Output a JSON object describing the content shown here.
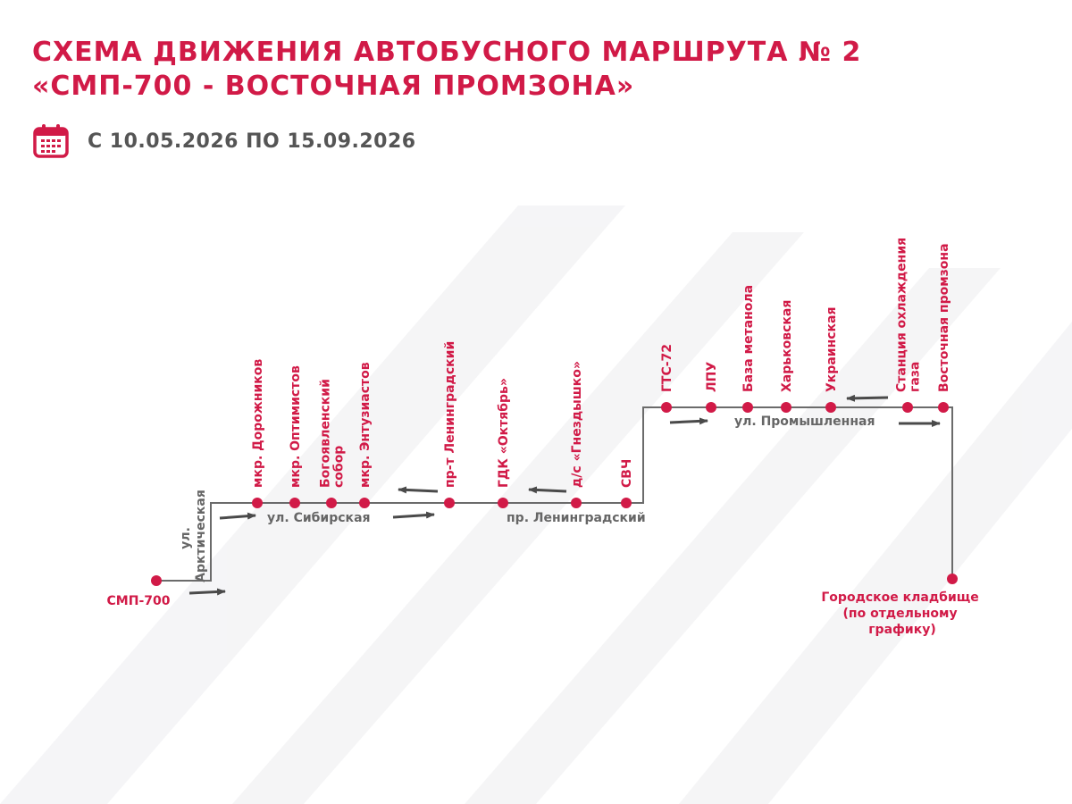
{
  "header": {
    "title_line1": "СХЕМА ДВИЖЕНИЯ АВТОБУСНОГО МАРШРУТА № 2",
    "title_line2": "«СМП-700 - ВОСТОЧНАЯ ПРОМЗОНА»",
    "date_range": "С 10.05.2026 ПО 15.09.2026",
    "calendar_icon": "calendar-icon"
  },
  "colors": {
    "accent": "#d11a47",
    "stop": "#d11a47",
    "route_line": "#6b6b6b",
    "street_label": "#666666",
    "arrow": "#4a4a4a",
    "text_gray": "#555555"
  },
  "terminals": {
    "start": "СМП-700",
    "end": [
      "Городское кладбище",
      "(по отдельному",
      "графику)"
    ]
  },
  "stops": [
    {
      "lines": [
        "мкр. Дорожников"
      ]
    },
    {
      "lines": [
        "мкр. Оптимистов"
      ]
    },
    {
      "lines": [
        "Богоявленский",
        "собор"
      ]
    },
    {
      "lines": [
        "мкр. Энтузиастов"
      ]
    },
    {
      "lines": [
        "пр-т Ленинградский"
      ]
    },
    {
      "lines": [
        "ГДК «Октябрь»"
      ]
    },
    {
      "lines": [
        "д/с «Гнездышко»"
      ]
    },
    {
      "lines": [
        "СВЧ"
      ]
    },
    {
      "lines": [
        "ГТС-72"
      ]
    },
    {
      "lines": [
        "ЛПУ"
      ]
    },
    {
      "lines": [
        "База метанола"
      ]
    },
    {
      "lines": [
        "Харьковская"
      ]
    },
    {
      "lines": [
        "Украинская"
      ]
    },
    {
      "lines": [
        "Станция охлаждения",
        "газа"
      ]
    },
    {
      "lines": [
        "Восточная промзона"
      ]
    }
  ],
  "streets": {
    "arkticheskaya": [
      "ул.",
      "Арктическая"
    ],
    "sibirskaya": "ул. Сибирская",
    "leningradsky": "пр. Ленинградский",
    "promyshlennaya": "ул. Промышленная"
  }
}
